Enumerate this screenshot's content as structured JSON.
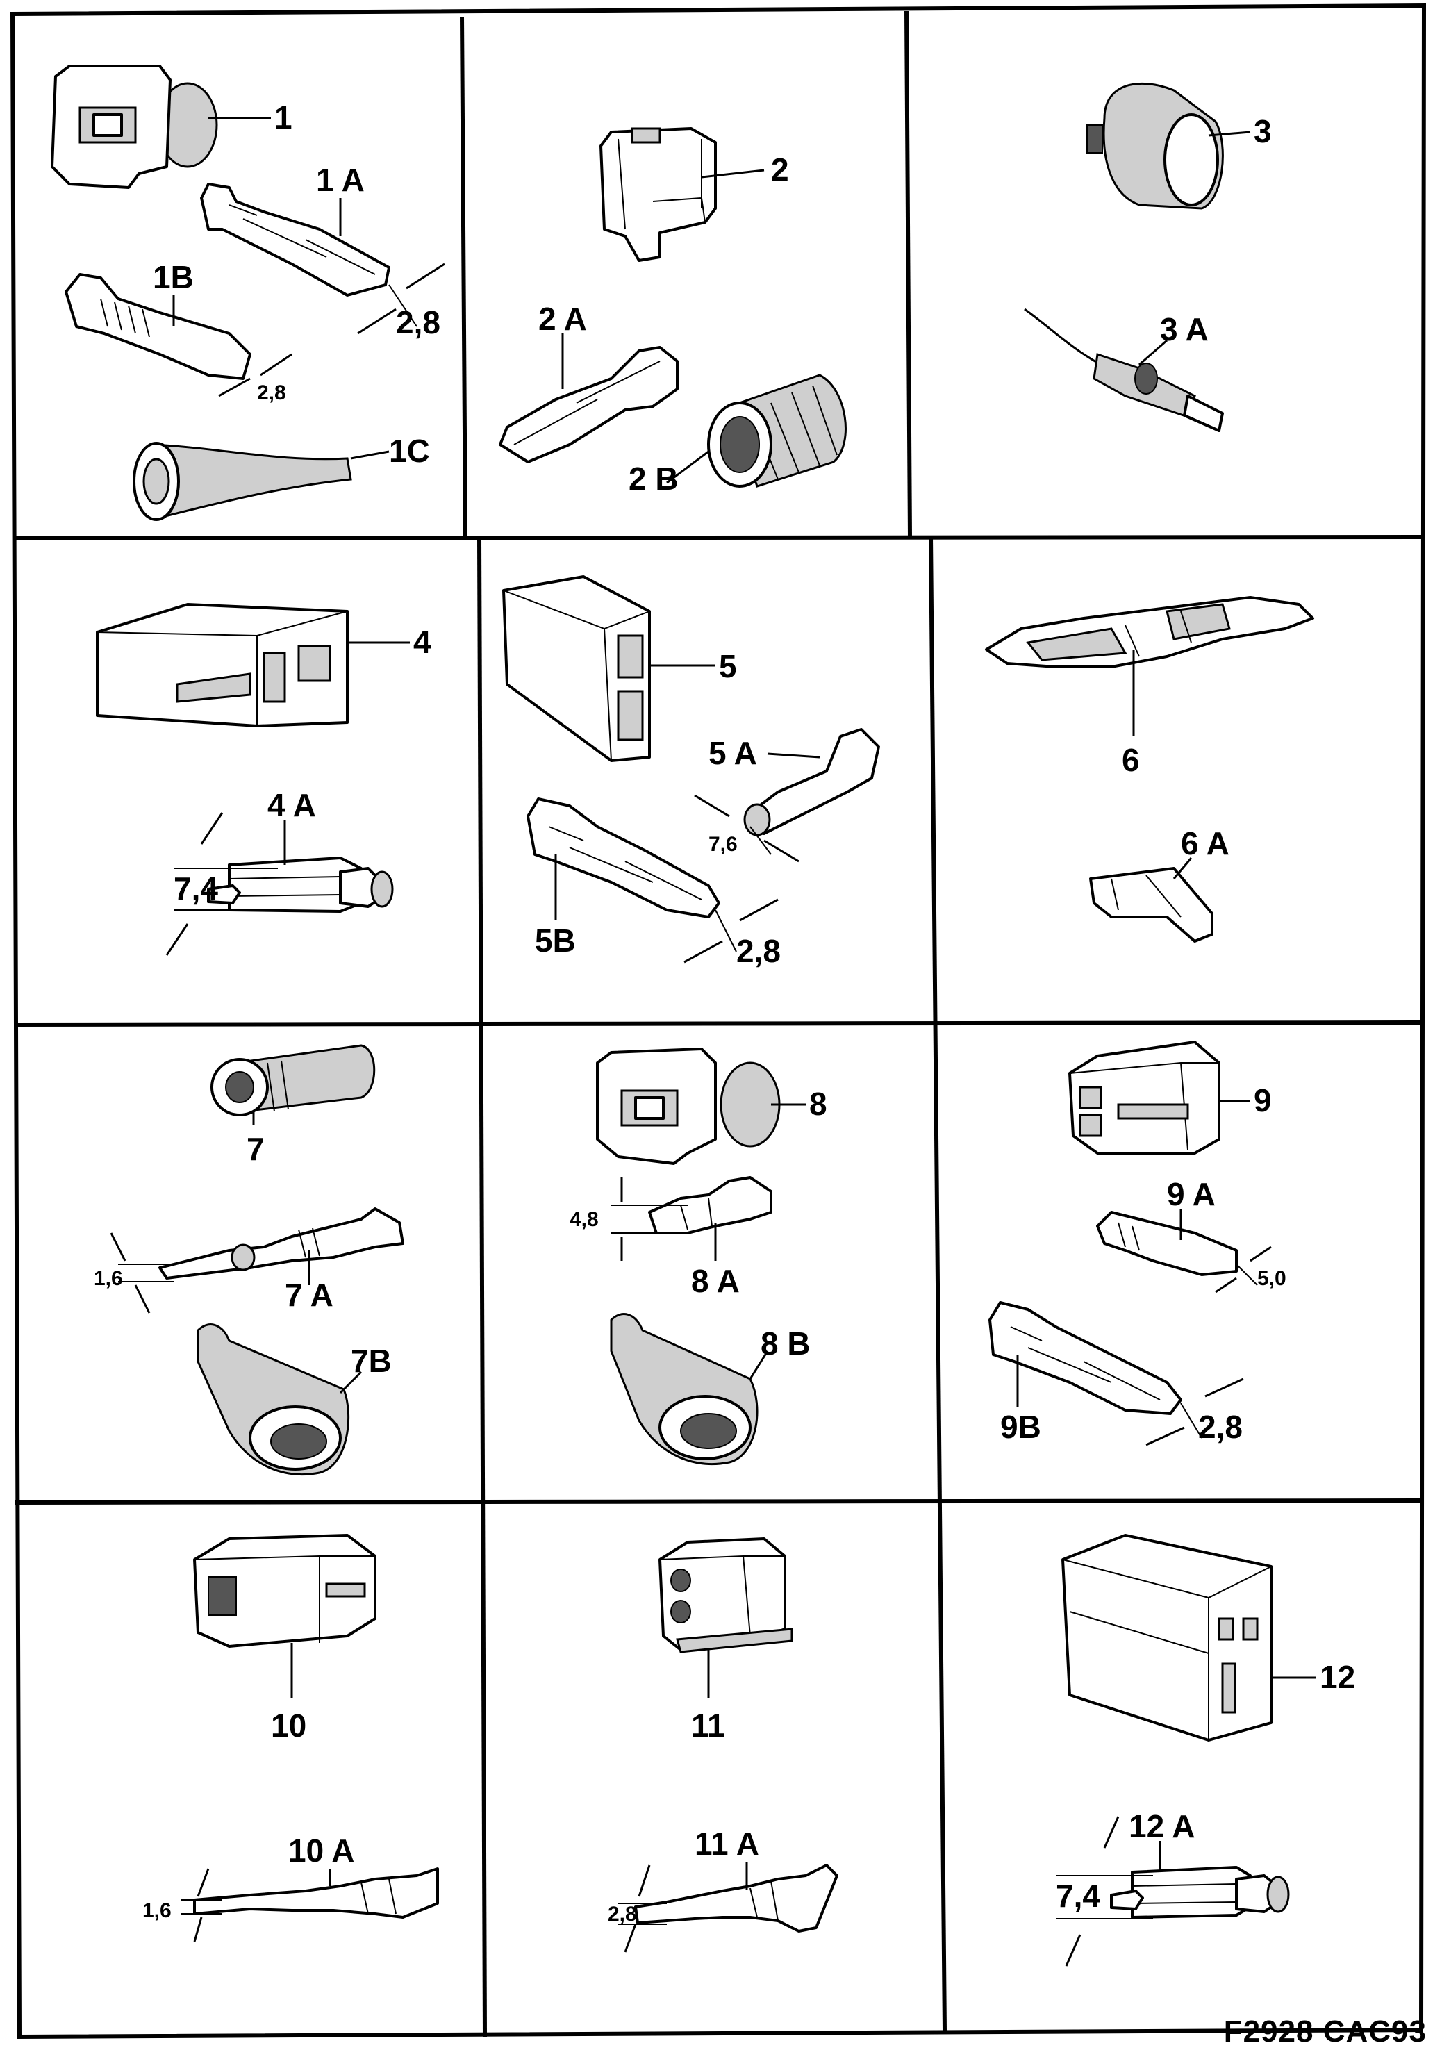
{
  "labels": {
    "p1": "1",
    "p1A": "1 A",
    "p1B": "1B",
    "p1C": "1C",
    "d1A": "2,8",
    "d1B": "2,8",
    "p2": "2",
    "p2A": "2 A",
    "p2B": "2 B",
    "p3": "3",
    "p3A": "3 A",
    "p4": "4",
    "p4A": "4 A",
    "d4A": "7,4",
    "p5": "5",
    "p5A": "5 A",
    "p5B": "5B",
    "d5A": "7,6",
    "d5B": "2,8",
    "p6": "6",
    "p6A": "6 A",
    "p7": "7",
    "p7A": "7 A",
    "p7B": "7B",
    "d7A": "1,6",
    "p8": "8",
    "p8A": "8 A",
    "p8B": "8 B",
    "d8A": "4,8",
    "p9": "9",
    "p9A": "9 A",
    "p9B": "9B",
    "d9A": "5,0",
    "d9B": "2,8",
    "p10": "10",
    "p10A": "10 A",
    "d10A": "1,6",
    "p11": "11",
    "p11A": "11 A",
    "d11A": "2,8",
    "p12": "12",
    "p12A": "12 A",
    "d12A": "7,4"
  },
  "footer": {
    "code": "F2928 CAC93"
  }
}
